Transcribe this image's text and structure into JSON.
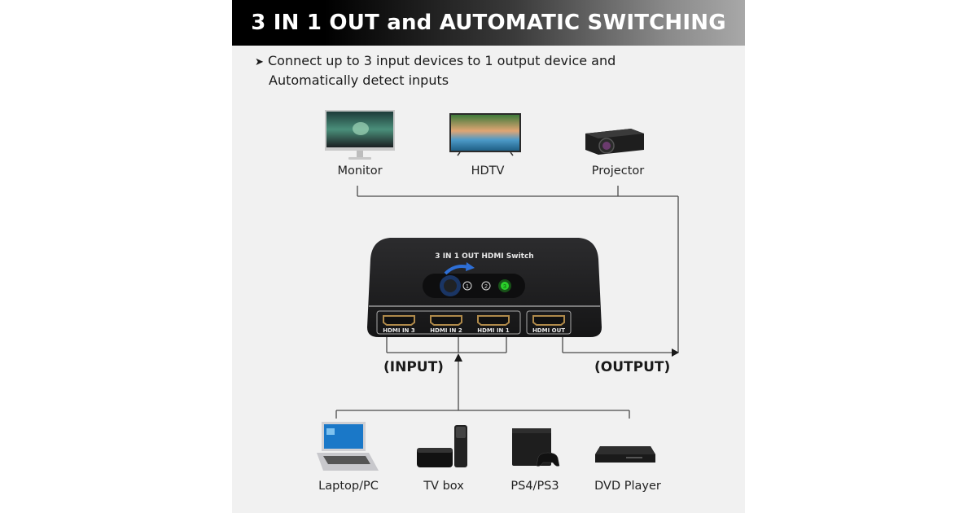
{
  "banner": {
    "title": "3 IN 1 OUT and AUTOMATIC SWITCHING",
    "gradient": [
      "#000000",
      "#a8a8a8"
    ]
  },
  "description": {
    "bullet_icon": "arrowhead-right-icon",
    "line1": "Connect up to 3 input devices to 1 output device and",
    "line2": "Automatically detect inputs"
  },
  "output_devices": [
    {
      "label": "Monitor",
      "icon": "monitor-icon"
    },
    {
      "label": "HDTV",
      "icon": "tv-icon"
    },
    {
      "label": "Projector",
      "icon": "projector-icon"
    }
  ],
  "switch": {
    "title": "3 IN 1 OUT HDMI Switch",
    "indicators": [
      "1",
      "2",
      "3"
    ],
    "active_indicator": "3",
    "active_color": "#2bd12b",
    "arrow_color": "#2e6fd6",
    "ports": [
      "HDMI IN 3",
      "HDMI IN 2",
      "HDMI IN 1",
      "HDMI OUT"
    ]
  },
  "labels": {
    "input": "(INPUT)",
    "output": "(OUTPUT)"
  },
  "input_devices": [
    {
      "label": "Laptop/PC",
      "icon": "laptop-icon"
    },
    {
      "label": "TV box",
      "icon": "tv-box-icon"
    },
    {
      "label": "PS4/PS3",
      "icon": "game-console-icon"
    },
    {
      "label": "DVD Player",
      "icon": "dvd-player-icon"
    }
  ],
  "colors": {
    "panel_bg": "#f1f1f1",
    "line": "#4a4a4a",
    "text": "#1a1a1a"
  }
}
